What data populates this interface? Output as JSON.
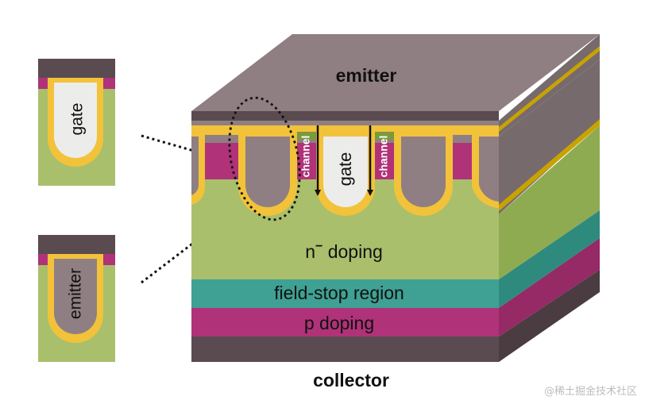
{
  "colors": {
    "metal_top": "#8f7f82",
    "metal_dark": "#5a4b50",
    "metal_side": "#776a6d",
    "oxide": "#f2c23a",
    "n_minus": "#a9bf6b",
    "n_minus_side": "#8fab52",
    "n_plus": "#b03279",
    "field_stop": "#3fa193",
    "field_stop_side": "#2f8a7e",
    "p_doping": "#b03279",
    "p_doping_side": "#952a66",
    "poly_gate": "#ececea",
    "channel_strip": "#7a9a3c",
    "thin_layer": "#c8a300"
  },
  "icons": {
    "arrow_1": "dotted-arrow-icon",
    "arrow_2": "dotted-arrow-icon",
    "loop": "dotted-ellipse-icon",
    "channel_arrows": "down-arrow-icon"
  },
  "labels": {
    "emitter_top": "emitter",
    "gate_center": "gate",
    "channel_left": "channel",
    "channel_right": "channel",
    "n_doping_base": "n",
    "n_doping_sup": "−",
    "n_doping_rest": " doping",
    "field_stop": "field-stop region",
    "p_doping": "p doping",
    "collector": "collector",
    "inset_gate": "gate",
    "inset_emitter": "emitter"
  },
  "watermark": "@稀土掘金技术社区"
}
